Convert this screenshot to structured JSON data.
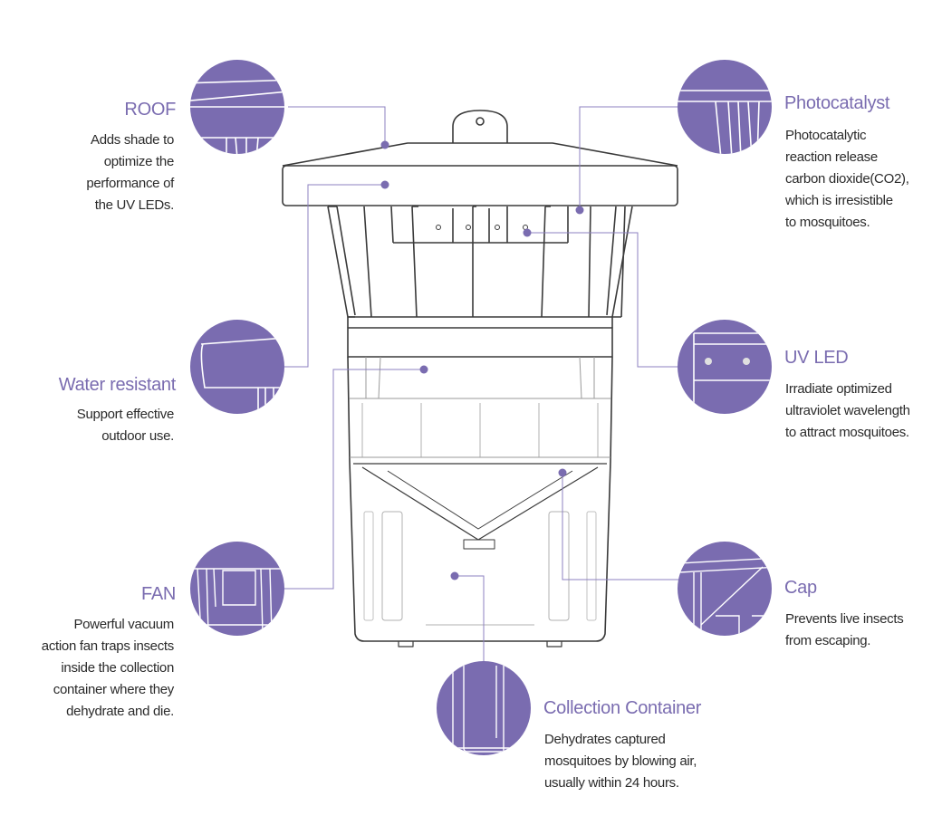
{
  "colors": {
    "accent": "#7a6cb0",
    "circle_fill": "#7a6cb0",
    "leader_line": "#8c80c0",
    "outline": "#3a3a3a"
  },
  "callouts": {
    "roof": {
      "title": "ROOF",
      "lines": [
        "Adds shade to",
        "optimize the",
        "performance of",
        "the UV LEDs."
      ]
    },
    "photocatalyst": {
      "title": "Photocatalyst",
      "lines": [
        "Photocatalytic",
        "reaction release",
        "carbon dioxide(CO2),",
        "which is irresistible",
        "to mosquitoes."
      ]
    },
    "water_resistant": {
      "title": "Water resistant",
      "lines": [
        "Support effective",
        "outdoor use."
      ]
    },
    "uv_led": {
      "title": "UV LED",
      "lines": [
        "Irradiate optimized",
        "ultraviolet wavelength",
        "to attract mosquitoes."
      ]
    },
    "fan": {
      "title": "FAN",
      "lines": [
        "Powerful vacuum",
        "action fan traps insects",
        "inside the collection",
        "container where they",
        "dehydrate and die."
      ]
    },
    "cap": {
      "title": "Cap",
      "lines": [
        "Prevents live insects",
        "from escaping."
      ]
    },
    "collection_container": {
      "title": "Collection Container",
      "lines": [
        "Dehydrates captured",
        "mosquitoes  by blowing air,",
        "usually within 24 hours."
      ]
    }
  }
}
